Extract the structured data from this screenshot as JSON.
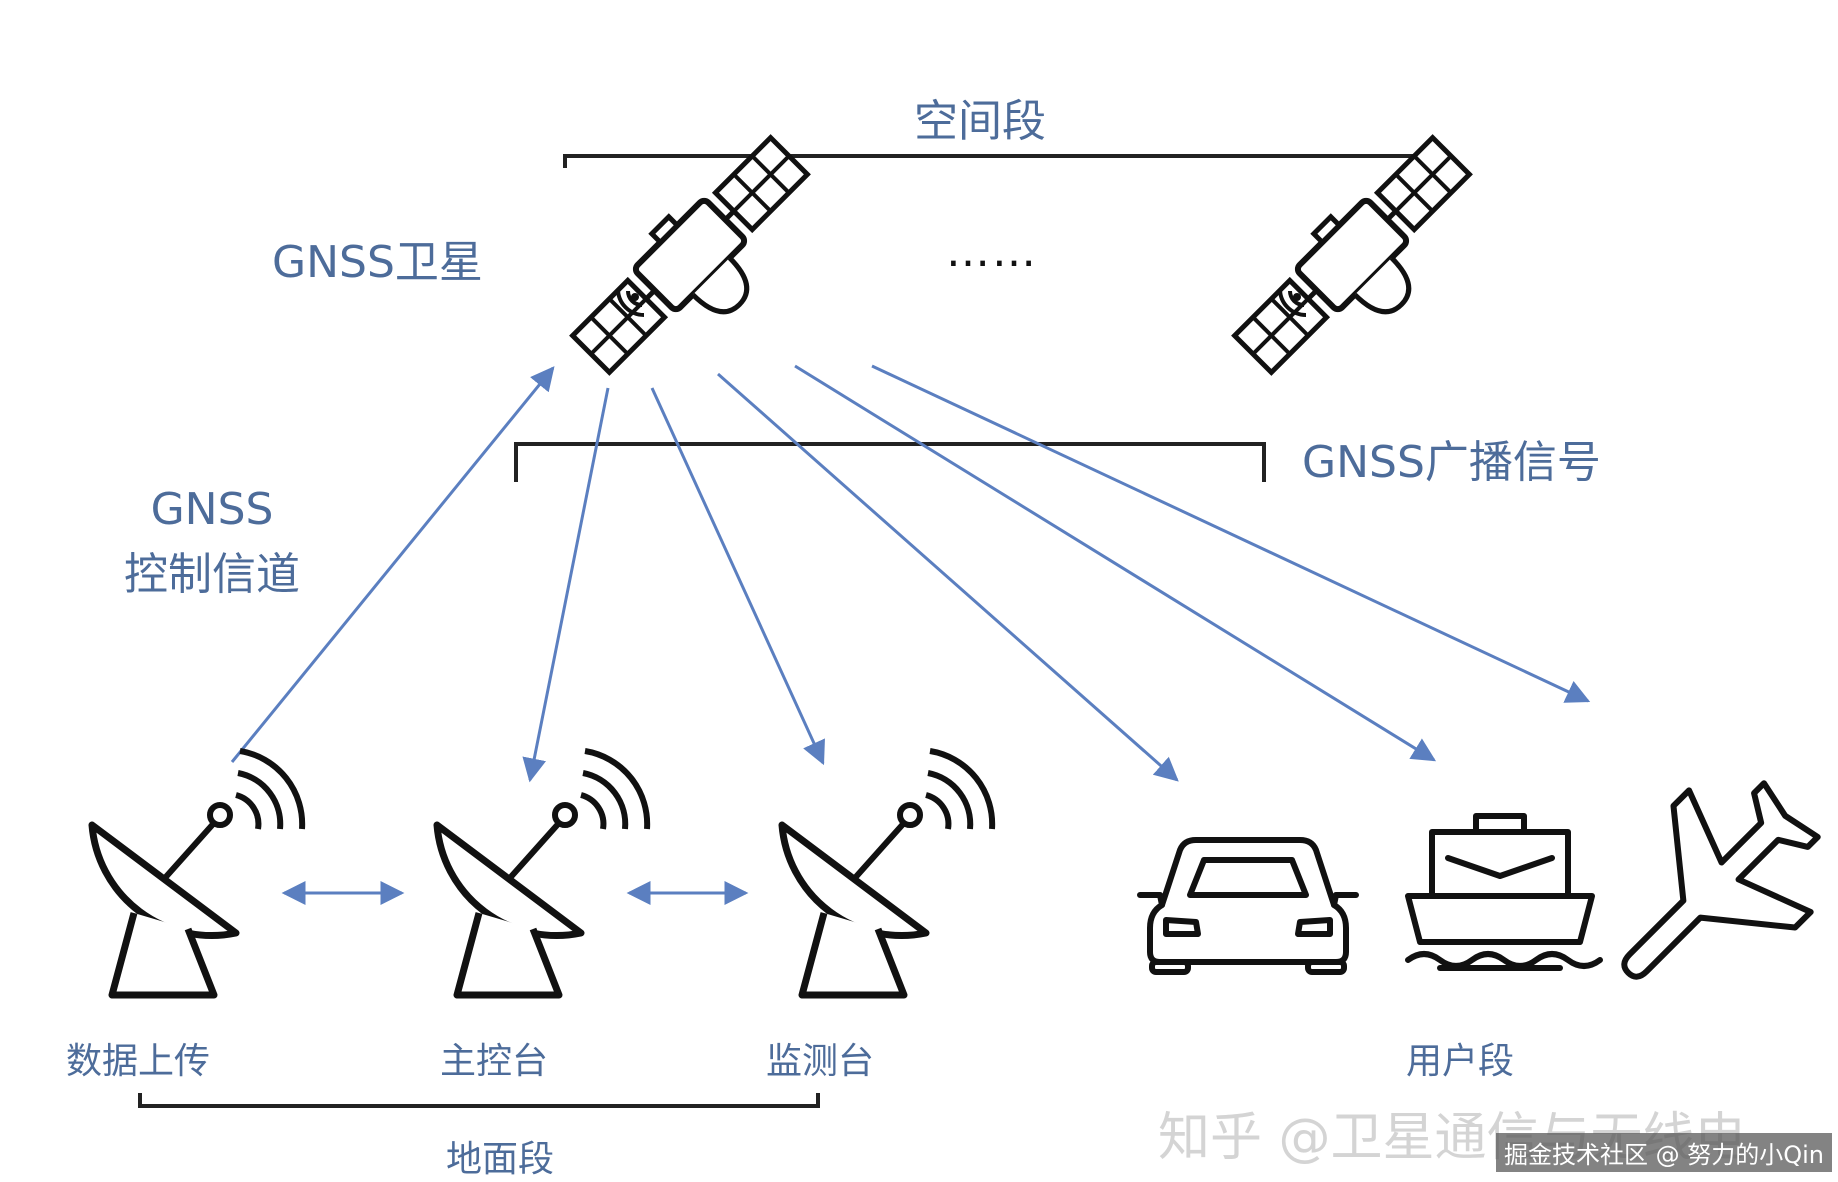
{
  "labels": {
    "space_segment": "空间段",
    "gnss_satellite": "GNSS卫星",
    "ellipsis": "……",
    "broadcast_signal": "GNSS广播信号",
    "control_channel_line1": "GNSS",
    "control_channel_line2": "控制信道",
    "data_upload": "数据上传",
    "master_station": "主控台",
    "monitor_station": "监测台",
    "ground_segment": "地面段",
    "user_segment": "用户段"
  },
  "icons": {
    "satellite": "satellite-icon",
    "dish": "satellite-dish-icon",
    "car": "car-icon",
    "ship": "ship-icon",
    "plane": "airplane-icon"
  },
  "colors": {
    "text": "#4d6c9a",
    "arrow": "#5b7fc0",
    "bracket": "#222222",
    "icon": "#111111"
  },
  "watermark": "知乎 @卫星通信与无线电",
  "credit": "掘金技术社区 @ 努力的小Qin"
}
